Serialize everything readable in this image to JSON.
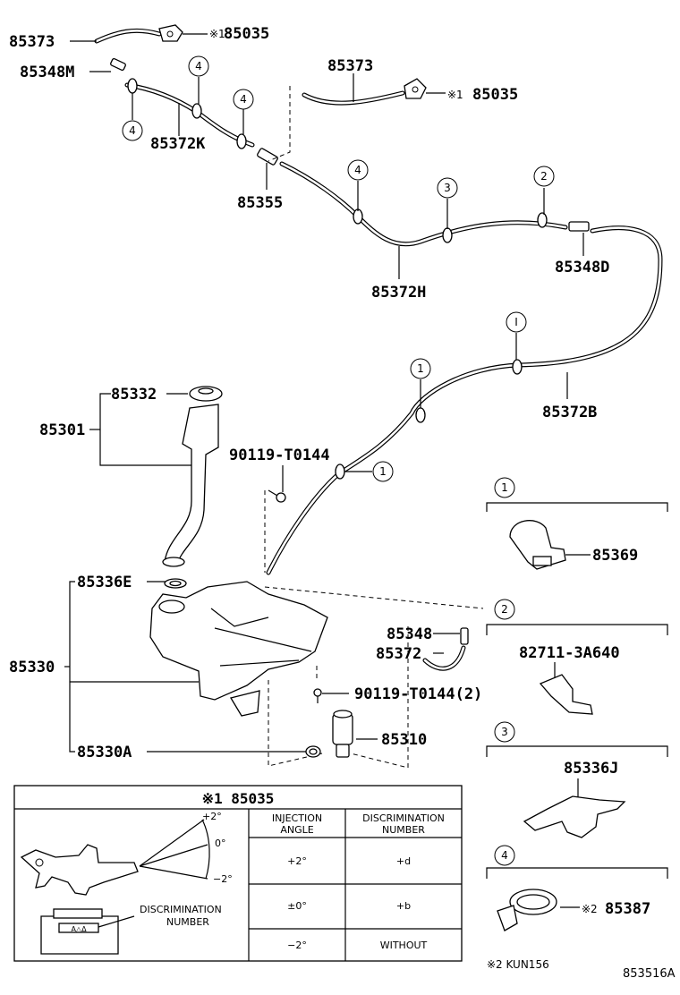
{
  "labels": {
    "p85373_a": "85373",
    "p85035_a": "85035",
    "p85348M": "85348M",
    "p85372K": "85372K",
    "p85355": "85355",
    "p85373_b": "85373",
    "p85035_b": "85035",
    "p85372H": "85372H",
    "p85348D": "85348D",
    "p85372B": "85372B",
    "p85332": "85332",
    "p85301": "85301",
    "p90119_top": "90119-T0144",
    "p85336E": "85336E",
    "p85330": "85330",
    "p85330A": "85330A",
    "p85348": "85348",
    "p85372": "85372",
    "p90119_mid": "90119-T0144(2)",
    "p85310": "85310",
    "p85369": "85369",
    "p82711": "82711-3A640",
    "p85336J": "85336J",
    "p85387": "85387",
    "mark1": "※1",
    "mark2": "※2",
    "footnote": "※2 KUN156",
    "diagram_id": "853516A"
  },
  "callouts": {
    "c1": "1",
    "c2": "2",
    "c3": "3",
    "c4": "4",
    "cI": "I"
  },
  "detail_box": {
    "title": "※1 85035",
    "col_angle": "INJECTION ANGLE",
    "col_angle_l1": "INJECTION",
    "col_angle_l2": "ANGLE",
    "col_disc_l1": "DISCRIMINATION",
    "col_disc_l2": "NUMBER",
    "rows": [
      {
        "angle": "+2°",
        "disc": "+d"
      },
      {
        "angle": "±0°",
        "disc": "+b"
      },
      {
        "angle": "−2°",
        "disc": "WITHOUT"
      }
    ],
    "fig_up": "+2°",
    "fig_zero": "0°",
    "fig_down": "−2°",
    "disc_label_l1": "DISCRIMINATION",
    "disc_label_l2": "NUMBER",
    "stamp": "A△Δ"
  }
}
